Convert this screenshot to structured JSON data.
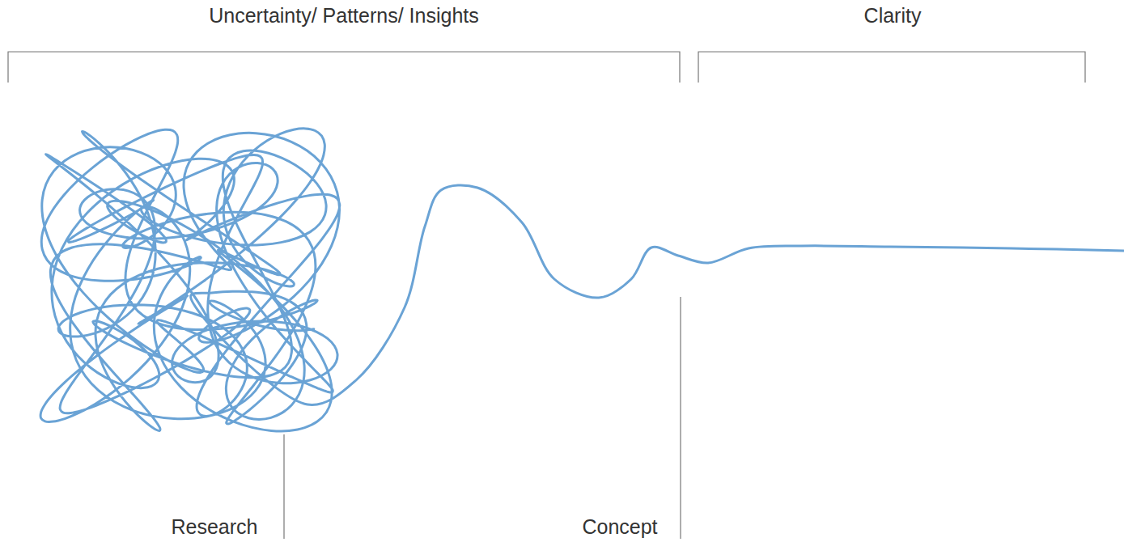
{
  "diagram": {
    "labels": [
      "Uncertainty/ Patterns/ Insights",
      "Clarity",
      "Research",
      "Concept"
    ]
  }
}
